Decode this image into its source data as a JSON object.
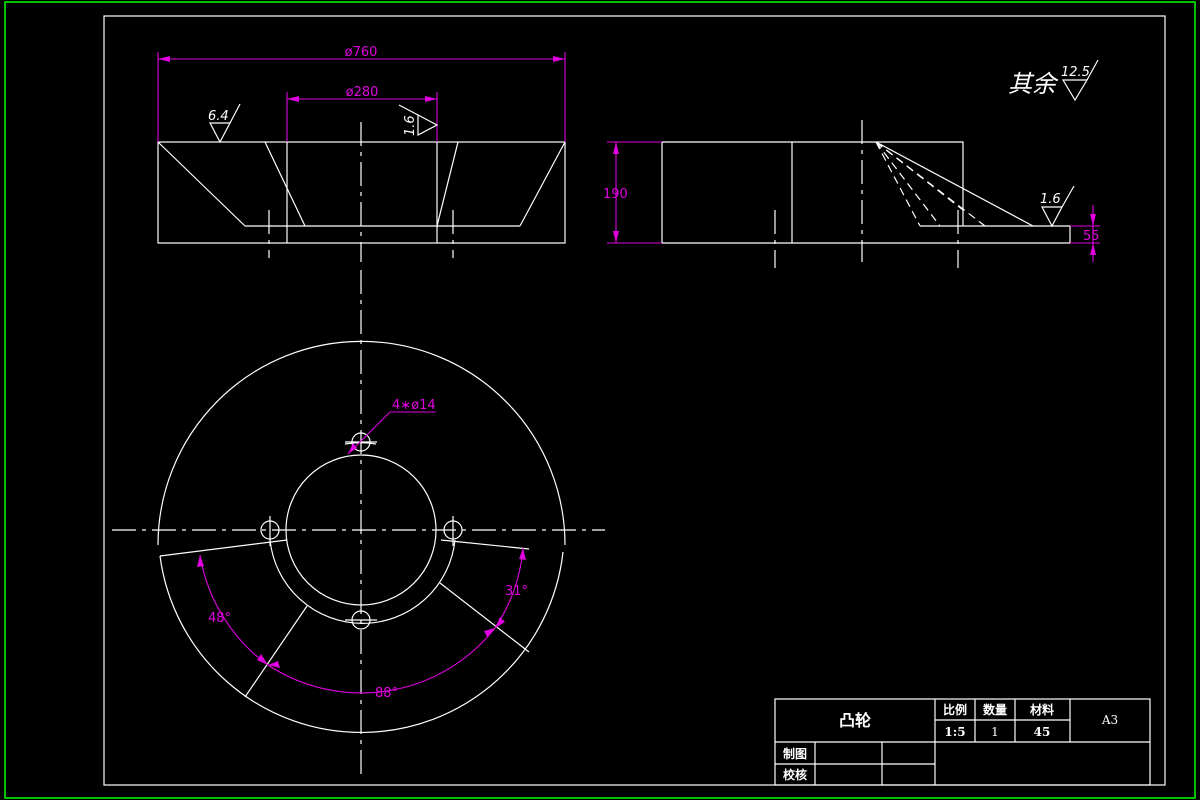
{
  "colors": {
    "background": "#000000",
    "outer_frame": "#00ff00",
    "lines": "#ffffff",
    "dimensions": "#e000e0"
  },
  "dimensions": {
    "outer_diameter": "ø760",
    "inner_diameter": "ø280",
    "height": "190",
    "step": "55",
    "holes": "4∗ø14",
    "angle_left": "48°",
    "angle_bottom": "88°",
    "angle_right": "31°"
  },
  "roughness": {
    "left_face": "6.4",
    "bore": "1.6",
    "slot": "1.6",
    "rest_label": "其余",
    "rest_value": "12.5"
  },
  "title_block": {
    "part_name": "凸轮",
    "scale_label": "比例",
    "quantity_label": "数量",
    "material_label": "材料",
    "scale_value": "1:5",
    "quantity_value": "1",
    "material_value": "45",
    "sheet_size": "A3",
    "drawn_label": "制图",
    "checked_label": "校核"
  }
}
